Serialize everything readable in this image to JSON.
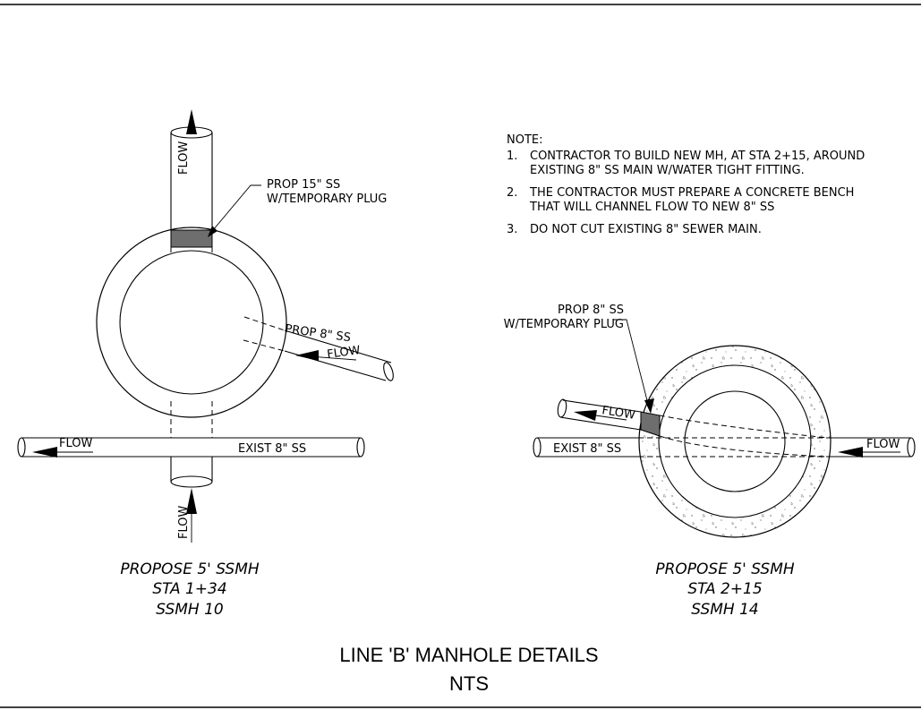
{
  "note": {
    "heading": "NOTE:",
    "items": [
      {
        "num": "1.",
        "line1": "CONTRACTOR TO BUILD NEW MH, AT STA 2+15, AROUND",
        "line2": "EXISTING 8\" SS MAIN  W/WATER TIGHT FITTING."
      },
      {
        "num": "2.",
        "line1": "THE CONTRACTOR MUST PREPARE A CONCRETE BENCH",
        "line2": "THAT WILL CHANNEL FLOW TO NEW 8\" SS"
      },
      {
        "num": "3.",
        "line1": "DO NOT CUT EXISTING 8\" SEWER MAIN.",
        "line2": ""
      }
    ]
  },
  "left_detail": {
    "flow_label": "FLOW",
    "prop15_line1": "PROP 15\" SS",
    "prop15_line2": "W/TEMPORARY PLUG",
    "prop8": "PROP 8\" SS",
    "exist8": "EXIST 8\" SS",
    "caption": [
      "PROPOSE 5' SSMH",
      "STA 1+34",
      "SSMH 10"
    ]
  },
  "right_detail": {
    "flow_label": "FLOW",
    "prop8_line1": "PROP 8\" SS",
    "prop8_line2": "W/TEMPORARY PLUG",
    "exist8": "EXIST 8\" SS",
    "caption": [
      "PROPOSE 5' SSMH",
      "STA 2+15",
      "SSMH 14"
    ]
  },
  "sheet_title": {
    "line1": "LINE 'B' MANHOLE DETAILS",
    "line2": "NTS"
  },
  "colors": {
    "ink": "#000000",
    "plug_fill": "#6e6e6e",
    "background": "#ffffff"
  }
}
